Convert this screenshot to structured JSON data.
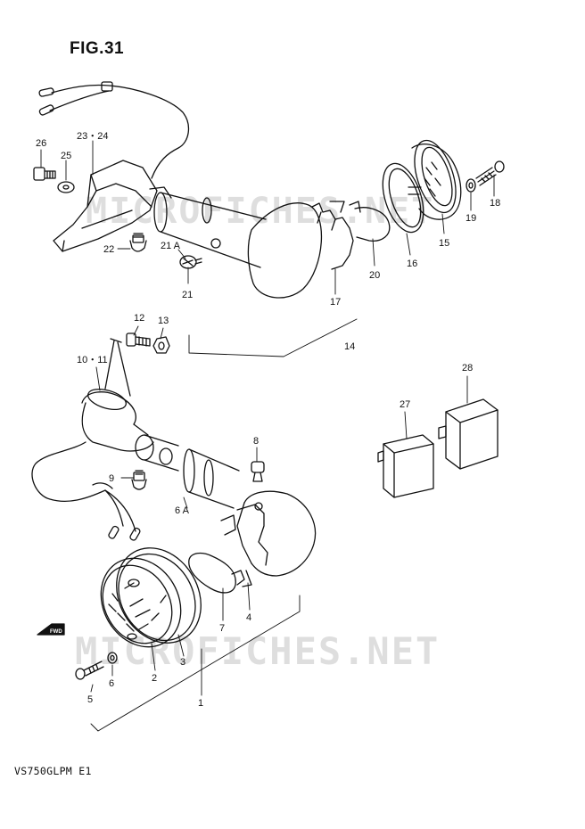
{
  "title": "FIG.31",
  "model": "VS750GLPM E1",
  "watermark": "MICROFICHES.NET",
  "fwd_label": "FWD",
  "callouts": {
    "c26": "26",
    "c2324": "23・24",
    "c25": "25",
    "c22": "22",
    "c21a": "21 A",
    "c21": "21",
    "c17": "17",
    "c20": "20",
    "c16": "16",
    "c15": "15",
    "c19": "19",
    "c18": "18",
    "c14": "14",
    "c12": "12",
    "c13": "13",
    "c1011": "10・11",
    "c9": "9",
    "c8": "8",
    "c6a": "6 A",
    "c27": "27",
    "c28": "28",
    "c7": "7",
    "c4": "4",
    "c3": "3",
    "c2": "2",
    "c1": "1",
    "c5": "5",
    "c6": "6"
  }
}
